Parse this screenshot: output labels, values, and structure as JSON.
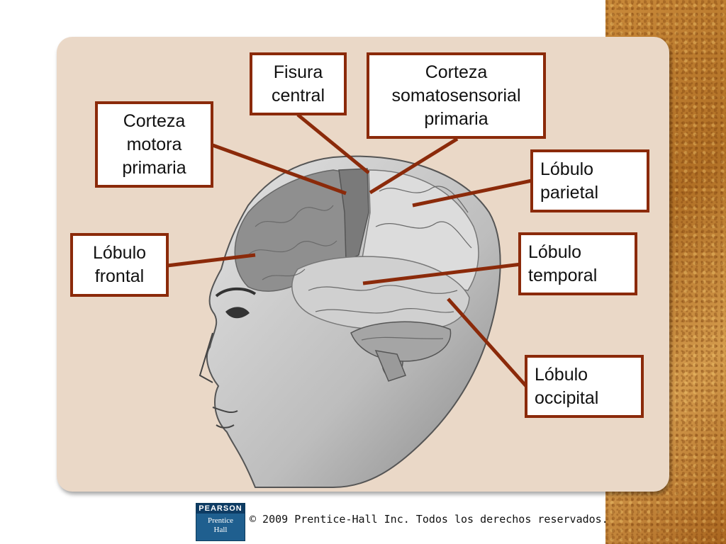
{
  "labels": {
    "fisura_central": [
      "Fisura",
      "central"
    ],
    "corteza_somatosensorial": [
      "Corteza",
      "somatosensorial",
      "primaria"
    ],
    "corteza_motora": [
      "Corteza",
      "motora",
      "primaria"
    ],
    "lobulo_parietal": [
      "Lóbulo",
      "parietal"
    ],
    "lobulo_frontal": [
      "Lóbulo",
      "frontal"
    ],
    "lobulo_temporal": [
      "Lóbulo",
      "temporal"
    ],
    "lobulo_occipital": [
      "Lóbulo",
      "occipital"
    ]
  },
  "footer": {
    "logo_brand": "PEARSON",
    "logo_imprint_1": "Prentice",
    "logo_imprint_2": "Hall",
    "copyright": "© 2009 Prentice-Hall Inc. Todos los derechos reservados."
  },
  "colors": {
    "label_border": "#8b2a0a",
    "panel": "#ead8c7",
    "leader_line": "#8b2a0a"
  }
}
